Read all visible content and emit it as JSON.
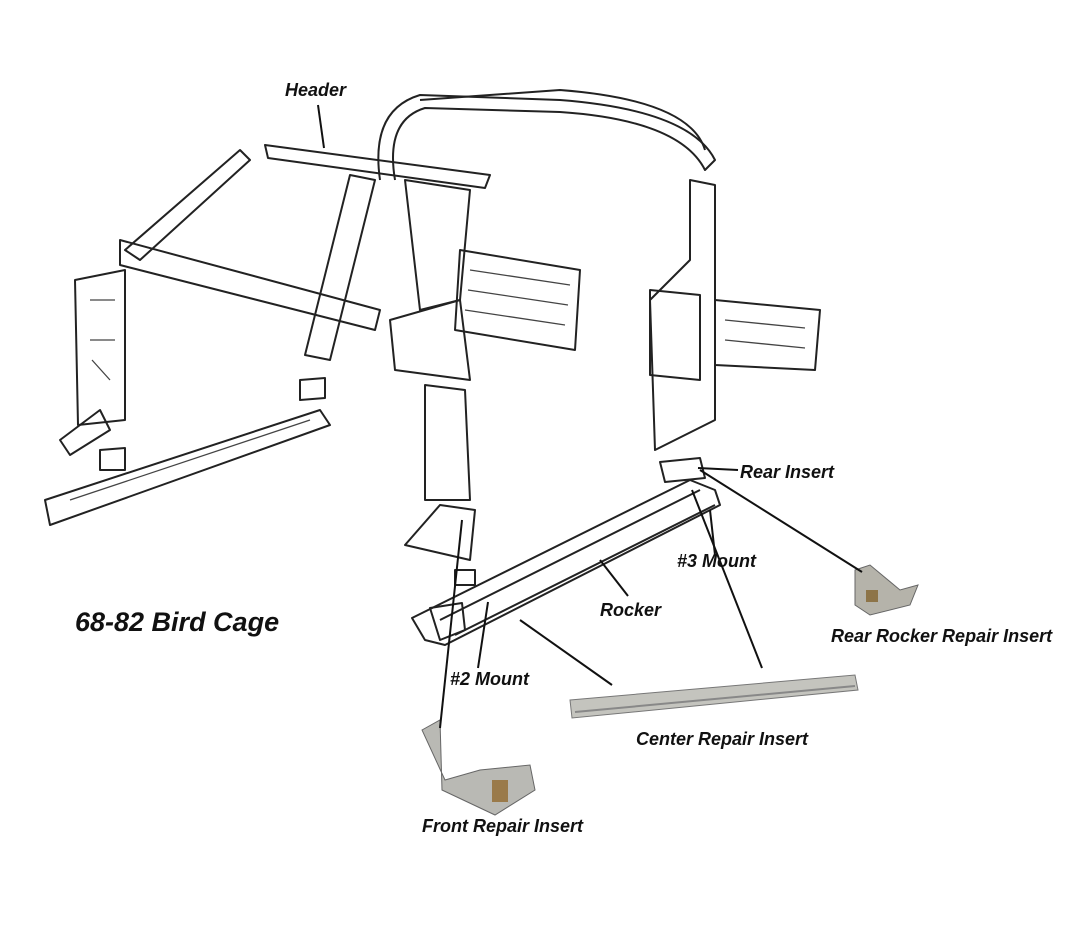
{
  "title": "68-82 Bird Cage",
  "labels": {
    "header": "Header",
    "rear_insert": "Rear Insert",
    "mount3": "#3 Mount",
    "rocker": "Rocker",
    "rear_rocker_repair_insert": "Rear Rocker Repair Insert",
    "mount2": "#2 Mount",
    "center_repair_insert": "Center Repair Insert",
    "front_repair_insert": "Front Repair Insert"
  }
}
